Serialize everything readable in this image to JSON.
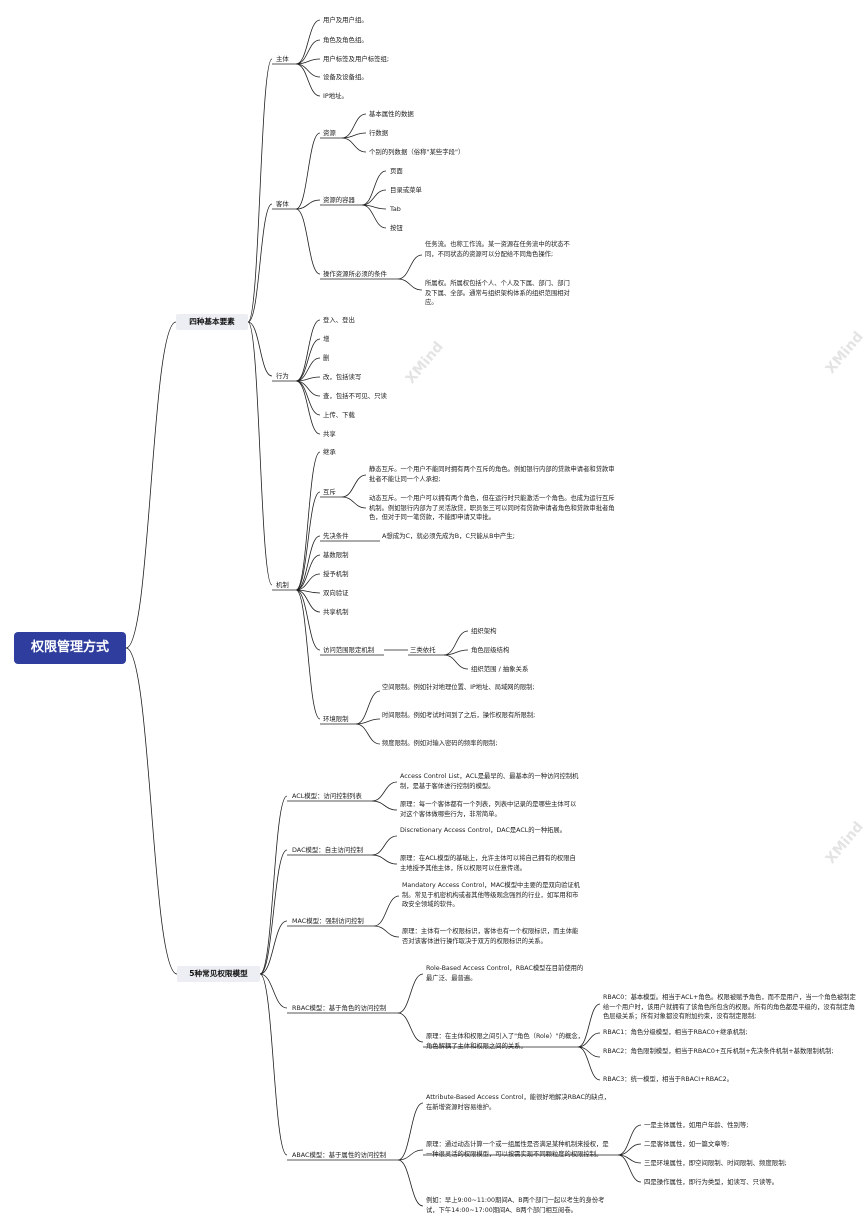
{
  "root": "权限管理方式",
  "watermark": "XMind",
  "main1": {
    "label": "四种基本要素",
    "subject": {
      "label": "主体",
      "items": [
        "用户及用户组。",
        "角色及角色组。",
        "用户标签及用户标签组;",
        "设备及设备组。",
        "IP地址。"
      ]
    },
    "object": {
      "label": "客体",
      "resource": {
        "label": "资源",
        "items": [
          "基本属性的数据",
          "行数据",
          "个别的列数据（俗称\"某些字段\"）"
        ]
      },
      "container": {
        "label": "资源的容器",
        "items": [
          "页面",
          "目录或菜单",
          "Tab",
          "按钮"
        ]
      },
      "condition": {
        "label": "操作资源所必须的条件",
        "items": [
          "任务流。也称工作流。某一资源在任务流中的状态不同，不同状态的资源可以分配给不同角色操作;",
          "所属权。所属权包括个人、个人及下属、部门、部门及下属、全部。通常与组织架构体系的组织范围相对应。"
        ]
      }
    },
    "action": {
      "label": "行为",
      "items": [
        "登入、登出",
        "增",
        "删",
        "改，包括读写",
        "查，包括不可见、只读",
        "上传、下载",
        "共享"
      ]
    },
    "mechanism": {
      "label": "机制",
      "inherit": "继承",
      "mutex": {
        "label": "互斥",
        "items": [
          "静态互斥。一个用户不能同时拥有两个互斥的角色。例如银行内部的贷款申请者和贷款审批者不能让同一个人承担;",
          "动态互斥。一个用户可以拥有两个角色，但在运行时只能激活一个角色。也成为运行互斥机制。例如银行内部为了灵活放贷，职员张三可以同时有贷款申请者角色和贷款审批者角色，但对于同一笔贷款，不能即申请又审批。"
        ]
      },
      "prerequisite": {
        "label": "先决条件",
        "text": "A想成为C，就必须先成为B，C只能从B中产生;"
      },
      "cardinality": "基数限制",
      "delegation": "授予机制",
      "mutual_auth": "双向验证",
      "sharing": "共享机制",
      "scope": {
        "label": "访问范围限定机制",
        "relies": "三类依托",
        "items": [
          "组织架构",
          "角色层级结构",
          "组织范围 / 抽象关系"
        ]
      },
      "environment": {
        "label": "环境限制",
        "items": [
          "空间限制。例如针对地理位置、IP地址、局域网的限制;",
          "时间限制。例如考试时间到了之后，操作权限有所限制;",
          "频度限制。例如对输入密码的频率的限制;"
        ]
      }
    }
  },
  "main2": {
    "label": "5种常见权限模型",
    "acl": {
      "label": "ACL模型：访问控制列表",
      "items": [
        "Access Control List，ACL是最早的、最基本的一种访问控制机制，是基于客体进行控制的模型。",
        "原理：每一个客体都有一个列表，列表中记录的是哪些主体可以对这个客体做哪些行为，非常简单。"
      ]
    },
    "dac": {
      "label": "DAC模型：自主访问控制",
      "items": [
        "Discretionary Access Control，DAC是ACL的一种拓展。",
        "原理：在ACL模型的基础上，允许主体可以将自己拥有的权限自主地授予其他主体，所以权限可以任意传递。"
      ]
    },
    "mac": {
      "label": "MAC模型：强制访问控制",
      "items": [
        "Mandatory Access Control，MAC模型中主要的是双向验证机制。常见于机密机构或者其他等级观念强烈的行业，如军用和市政安全领域的软件。",
        "原理：主体有一个权限标识，客体也有一个权限标识，而主体能否对该客体进行操作取决于双方的权限标识的关系。"
      ]
    },
    "rbac": {
      "label": "RBAC模型：基于角色的访问控制",
      "intro": "Role-Based Access Control，RBAC模型在目前使用的最广泛、最普遍。",
      "principle": "原理：在主体和权限之间引入了\"角色（Role）\"的概念，角色解耦了主体和权限之间的关系。",
      "items": [
        "RBAC0：基本模型。相当于ACL+角色。权限被赋予角色，而不是用户，当一个角色被制定给一个用户时，该用户就拥有了该角色所包含的权限。所有的角色都是平级的，没有制定角色层级关系；所有对象都没有附加约束，没有制定限制;",
        "RBAC1：角色分级模型，相当于RBAC0+继承机制;",
        "RBAC2：角色限制模型，相当于RBAC0+互斥机制+先决条件机制+基数限制机制;",
        "RBAC3：统一模型，相当于RBACI+RBAC2。"
      ]
    },
    "abac": {
      "label": "ABAC模型：基于属性的访问控制",
      "intro": "Attribute-Based Access Control，能很好地解决RBAC的缺点，在新增资源时容易维护。",
      "principle": "原理：通过动态计算一个或一组属性是否满足某种机制来授权，是一种很灵活的权限模型，可以按需实现不同颗粒度的权限控制。",
      "items": [
        "一是主体属性，如用户年龄、性别等;",
        "二是客体属性，如一篇文章等;",
        "三是环境属性，即空间限制、时间限制、频度限制;",
        "四是操作属性，即行为类型，如读写、只读等。"
      ],
      "example": "例如：早上9:00~11:00期间A、B两个部门一起以考生的身份考试，下午14:00~17:00期间A、B两个部门相互阅卷。"
    }
  }
}
